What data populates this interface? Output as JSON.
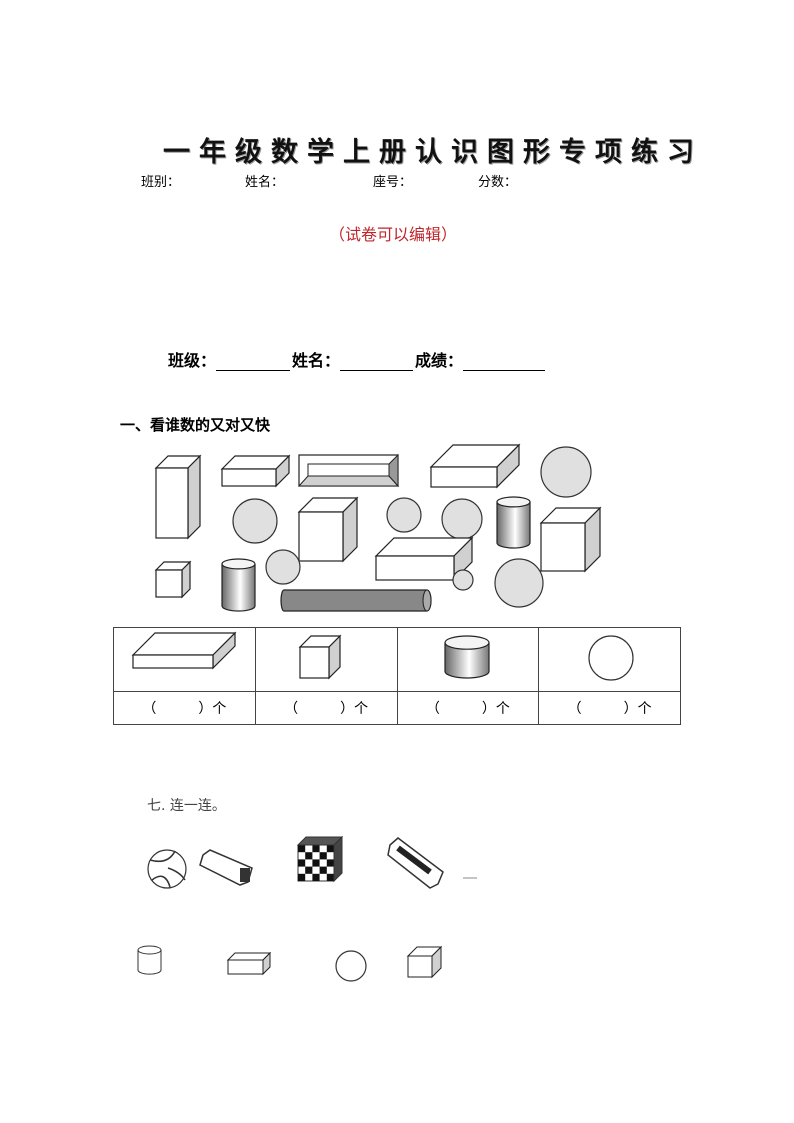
{
  "title": "一年级数学上册认识图形专项练习",
  "info_row": {
    "class": "班别：",
    "name": "姓名：",
    "seat": "座号：",
    "score": "分数："
  },
  "editable_note": "（试卷可以编辑）",
  "fields": {
    "class": "班级：",
    "name": "姓名：",
    "grade": "成绩："
  },
  "section1": {
    "heading": "一、看谁数的又对又快",
    "table": {
      "cells": [
        "（　　　）个",
        "（　　　）个",
        "（　　　）个",
        "（　　　）个"
      ],
      "shapes": [
        "cuboid",
        "cube",
        "cylinder",
        "sphere"
      ]
    }
  },
  "section7": {
    "heading": "七. 连一连。",
    "objects": [
      "volleyball",
      "roll",
      "checkered-cube",
      "box"
    ],
    "shapes": [
      "cylinder",
      "cuboid",
      "sphere",
      "cube"
    ]
  },
  "colors": {
    "red": "#c0262b",
    "shade": "#e0e0e0"
  }
}
